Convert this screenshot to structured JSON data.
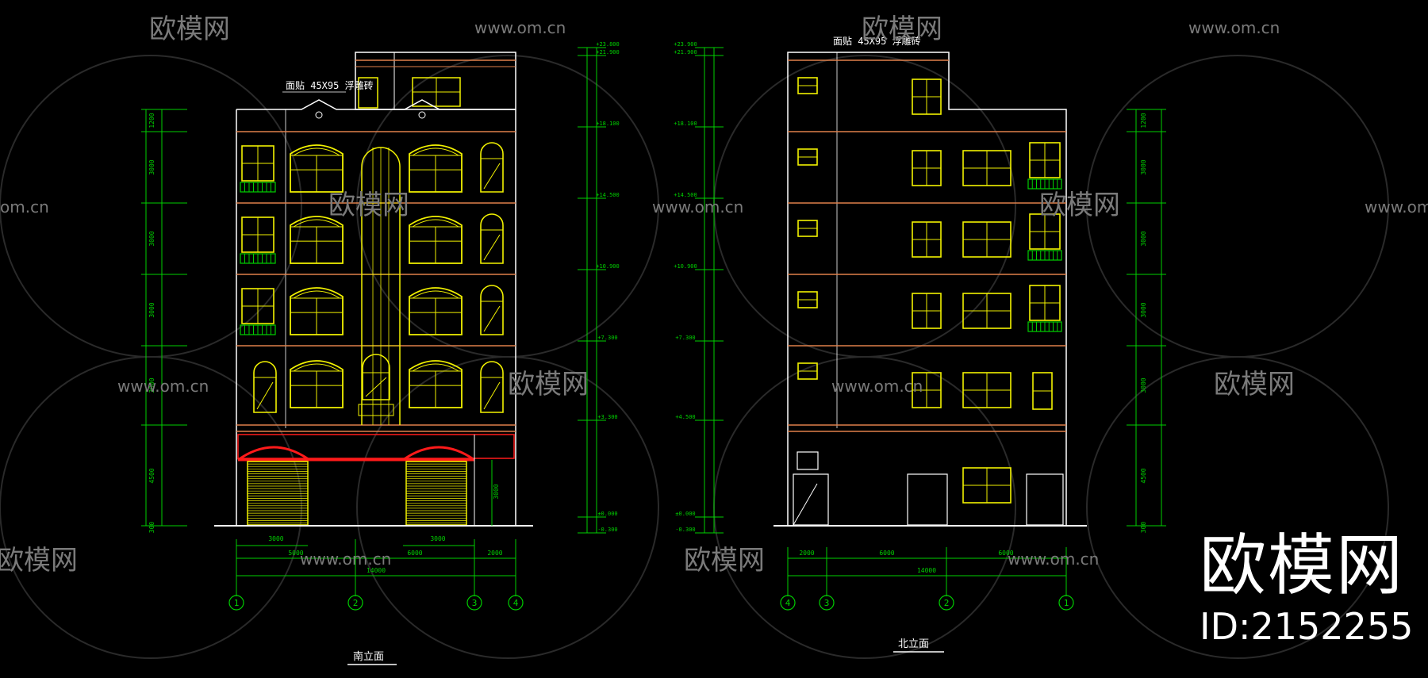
{
  "watermark": {
    "brand": "欧模网",
    "url": "www.om.cn",
    "url_cut": "om.cn"
  },
  "brand_block": {
    "name": "欧模网",
    "id": "ID:2152255"
  },
  "south_elevation": {
    "title": "南立面",
    "note": "面贴 45X95 浮雕砖",
    "axis_labels": [
      "1",
      "2",
      "3",
      "4"
    ],
    "bottom_dims": [
      "5000",
      "6000",
      "2000"
    ],
    "total_dim": "14000",
    "door_dims": [
      "3000",
      "3000"
    ],
    "door_height": "3000",
    "left_dims": [
      "1200",
      "3000",
      "3000",
      "3000",
      "3000",
      "4500",
      "300"
    ],
    "right_levels": [
      "+23.800",
      "+21.900",
      "+18.100",
      "+14.500",
      "+10.900",
      "+7.300",
      "+3.300",
      "±0.000",
      "-0.300"
    ]
  },
  "north_elevation": {
    "title": "北立面",
    "note": "面贴 45X95 浮雕砖",
    "axis_labels": [
      "4",
      "3",
      "2",
      "1"
    ],
    "bottom_dims": [
      "2000",
      "6000",
      "6000"
    ],
    "total_dim": "14000",
    "left_levels": [
      "+23.900",
      "+21.900",
      "+18.100",
      "+14.500",
      "+10.900",
      "+7.300",
      "+4.500",
      "±0.000",
      "-0.300"
    ],
    "right_dims": [
      "1200",
      "3000",
      "3000",
      "3000",
      "3000",
      "4500",
      "300"
    ]
  },
  "colors": {
    "background": "#000000",
    "dimension": "#00d000",
    "window": "#f2f200",
    "floor_line": "#e0804a",
    "outline": "#ffffff",
    "accent_red": "#ff1a1a",
    "watermark": "#7a7a7a"
  }
}
